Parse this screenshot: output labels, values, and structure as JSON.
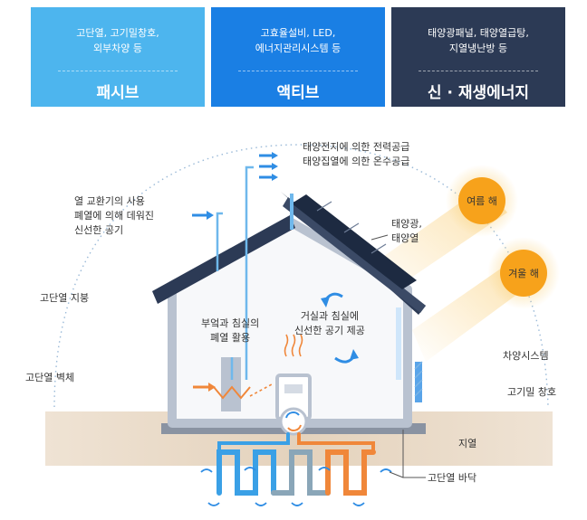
{
  "cards": [
    {
      "sub1": "고단열, 고기밀창호,",
      "sub2": "외부차양 등",
      "title": "패시브",
      "color": "#4db5ee"
    },
    {
      "sub1": "고효율설비, LED,",
      "sub2": "에너지관리시스템 등",
      "title": "액티브",
      "color": "#1a7fe4"
    },
    {
      "sub1": "태양광패널, 태양열급탕,",
      "sub2": "지열냉난방 등",
      "title": "신 · 재생에너지",
      "color": "#2c3a55"
    }
  ],
  "labels": {
    "solar_supply_1": "태양전지에 의한 전력공급",
    "solar_supply_2": "태양집열에 의한 온수공급",
    "heat_exchange_1": "열 교환기의 사용",
    "heat_exchange_2": "폐열에 의해 데워진",
    "heat_exchange_3": "신선한 공기",
    "summer_sun": "여름 해",
    "winter_sun": "겨울 해",
    "pv_thermal_1": "태양광,",
    "pv_thermal_2": "태양열",
    "insulated_roof": "고단열 지붕",
    "insulated_wall": "고단열 벽체",
    "waste_heat_1": "부엌과 침실의",
    "waste_heat_2": "폐열 활용",
    "fresh_air_1": "거실과 침실에",
    "fresh_air_2": "신선한 공기 제공",
    "shading": "차양시스템",
    "airtight_window": "고기밀 창호",
    "geothermal": "지열",
    "insulated_floor": "고단열 바닥"
  },
  "colors": {
    "roof": "#2c3a55",
    "house_outline": "#b9c2d0",
    "ground": "#e8d9c7",
    "arrow_blue": "#2f8de4",
    "sun_orange": "#f7a21b",
    "pipe_blue": "#3aa0e6",
    "pipe_orange": "#f0873a"
  }
}
